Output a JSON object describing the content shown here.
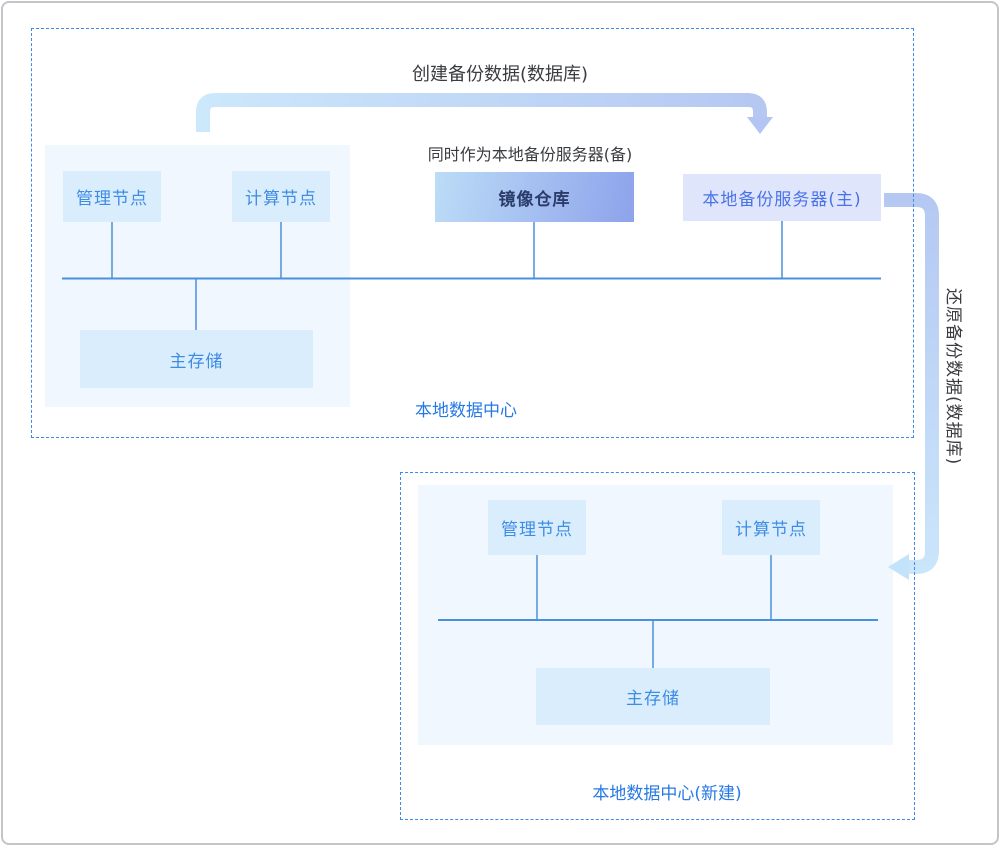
{
  "diagram": {
    "flows": {
      "create_backup": "创建备份数据(数据库)",
      "standby_note": "同时作为本地备份服务器(备)",
      "restore_backup": "还原备份数据(数据库)"
    },
    "dc1": {
      "label": "本地数据中心",
      "mgmt": "管理节点",
      "compute": "计算节点",
      "mirror": "镜像仓库",
      "backup_primary": "本地备份服务器(主)",
      "storage": "主存储"
    },
    "dc2": {
      "label": "本地数据中心(新建)",
      "mgmt": "管理节点",
      "compute": "计算节点",
      "storage": "主存储"
    },
    "colors": {
      "boundary_dash": "#4089ec",
      "node_fill": "#d9edfd",
      "node_text": "#3e8ce4",
      "panel_fill": "#f0f7fe",
      "mirror_gradient_start": "#bcdcf7",
      "mirror_gradient_end": "#8da3eb",
      "mirror_text": "#2b3c6b",
      "backup_fill": "#dfe6fb",
      "backup_text": "#4a72e8",
      "dc_label_text": "#2679e5",
      "flow_text": "#3b3c41",
      "wire": "#4a90dd",
      "arrow_light": "#cce8fb",
      "arrow_dark": "#b5c7f2",
      "outer_frame": "#c4c5c9"
    }
  }
}
